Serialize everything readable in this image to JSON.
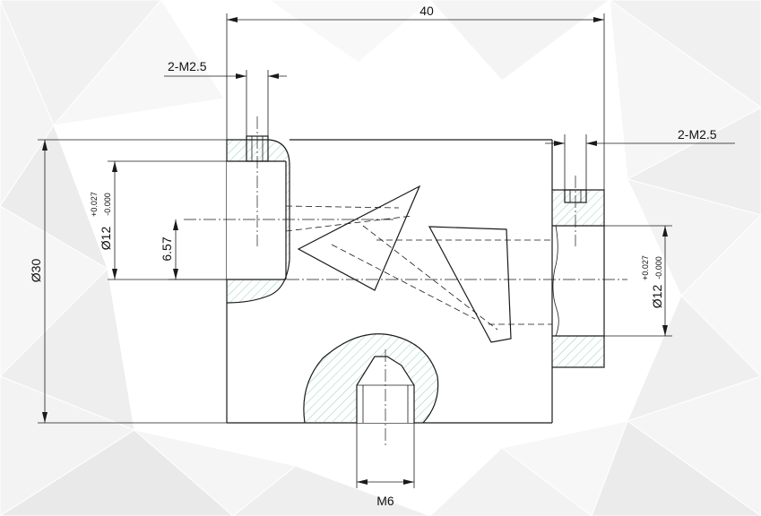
{
  "colors": {
    "background": "#ffffff",
    "line": "#1a1a1a",
    "hatch": "#5fbf9a",
    "facet": "#eeeeee"
  },
  "dimensions": {
    "top_width": "40",
    "left_thread": "2-M2.5",
    "right_thread": "2-M2.5",
    "overall_height": "Ø30",
    "offset": "6.57",
    "left_bore": {
      "main": "Ø12",
      "upper": "+0.027",
      "lower": "-0.000"
    },
    "right_bore": {
      "main": "Ø12",
      "upper": "+0.027",
      "lower": "-0.000"
    },
    "bottom_thread": "M6"
  }
}
